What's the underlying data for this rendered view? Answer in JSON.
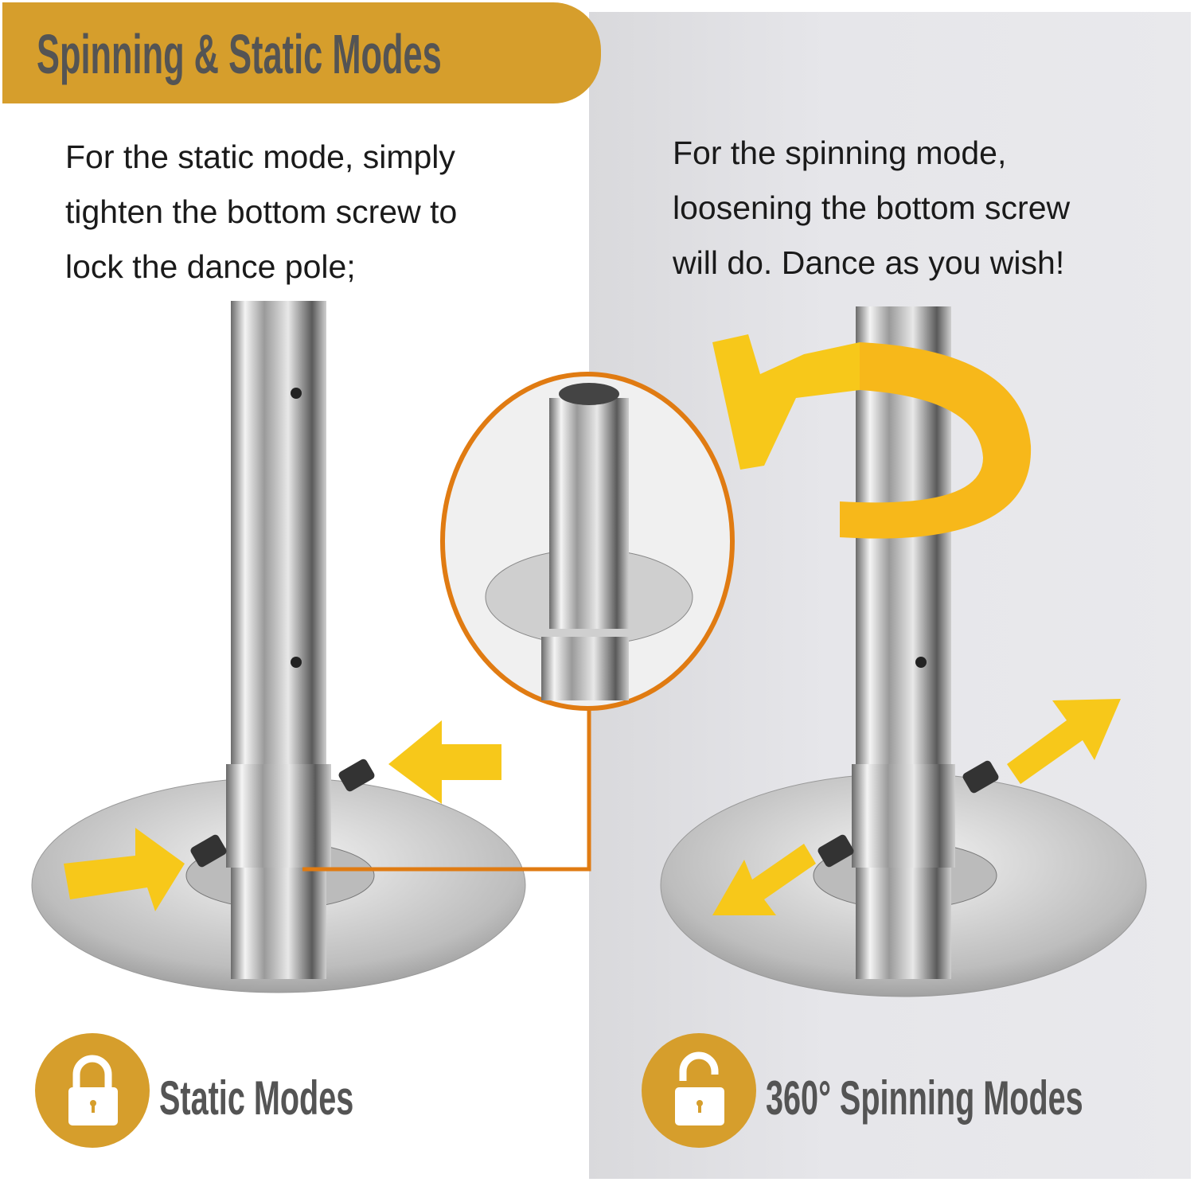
{
  "header": {
    "title": "Spinning & Static Modes"
  },
  "static_panel": {
    "description": "For the static mode, simply\ntighten the bottom screw to\nlock the dance pole;",
    "label": "Static Modes",
    "icon": "locked-padlock-icon"
  },
  "spinning_panel": {
    "description": "For the spinning mode,\nloosening the bottom screw\nwill do. Dance as you wish!",
    "label": "360° Spinning Modes",
    "icon": "unlocked-padlock-icon"
  },
  "colors": {
    "accent": "#d69e2c",
    "text_dark": "#545454",
    "arrow": "#f7c81a",
    "magnifier": "#e07b12"
  }
}
